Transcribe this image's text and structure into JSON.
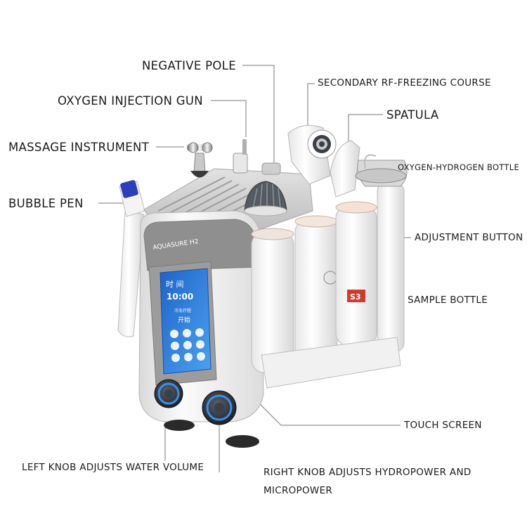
{
  "labels": {
    "negative_pole": "NEGATIVE POLE",
    "oxygen_injection_gun": "OXYGEN INJECTION GUN",
    "massage_instrument": "MASSAGE INSTRUMENT",
    "bubble_pen": "BUBBLE PEN",
    "secondary_rf_freezing_course": "SECONDARY RF-FREEZING COURSE",
    "spatula": "SPATULA",
    "oxygen_hydrogen_bottle": "OXYGEN-HYDROGEN BOTTLE",
    "adjustment_button": "ADJUSTMENT BUTTON",
    "sample_bottle": "SAMPLE BOTTLE",
    "touch_screen": "TOUCH SCREEN",
    "left_knob": "LEFT KNOB ADJUSTS WATER VOLUME",
    "right_knob_line1": "RIGHT KNOB ADJUSTS HYDROPOWER AND",
    "right_knob_line2": "MICROPOWER"
  },
  "device": {
    "brand": "AQUASURE H2",
    "screen": {
      "time_label": "时 间",
      "time_value": "10:00",
      "mode_label": "冷冻疗程",
      "start_label": "开始"
    },
    "bottle_tag": "S3"
  },
  "colors": {
    "body": "#f2f2f2",
    "trim": "#9a9a9a",
    "screen": "#2f7de0",
    "knob": "#2a2f38",
    "knob_ring": "#3e8ee8",
    "leader": "#777777"
  }
}
